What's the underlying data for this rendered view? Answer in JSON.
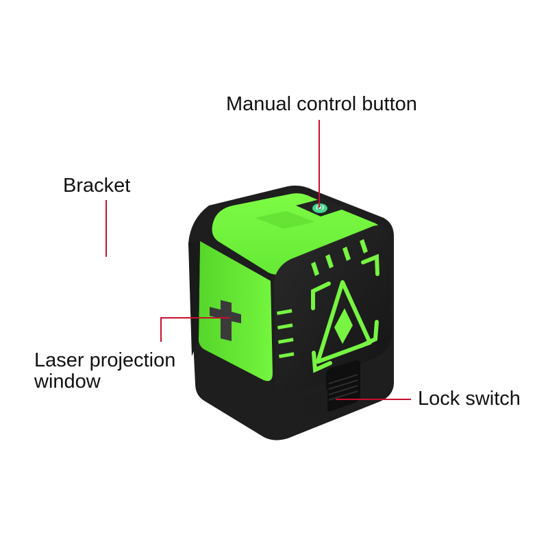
{
  "annotations": {
    "manual_control_button": "Manual control button",
    "bracket": "Bracket",
    "laser_projection_window": [
      "Laser projection",
      "window"
    ],
    "lock_switch": "Lock switch"
  },
  "colors": {
    "body_green": "#6cf23a",
    "housing_black": "#1c1c1c",
    "leader_red": "#c8102e",
    "text": "#111111"
  },
  "icons": [
    "laser-level-device",
    "power-button-icon",
    "warning-triangle-logo"
  ]
}
